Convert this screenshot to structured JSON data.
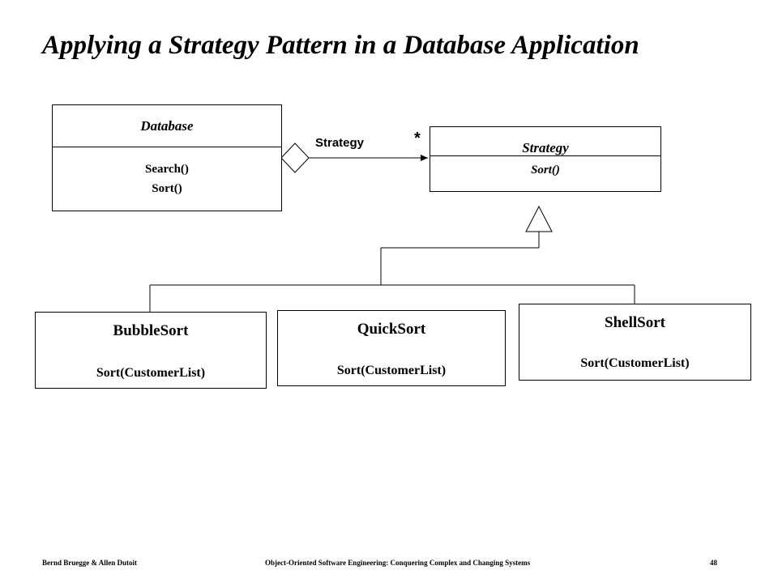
{
  "title": "Applying a Strategy Pattern in a Database Application",
  "classes": {
    "database": {
      "name": "Database",
      "operations": [
        "Search()",
        "Sort()"
      ]
    },
    "strategy": {
      "name": "Strategy",
      "operations": [
        "Sort()"
      ]
    },
    "bubble_sort": {
      "name": "BubbleSort",
      "operations": [
        "Sort(CustomerList)"
      ]
    },
    "quick_sort": {
      "name": "QuickSort",
      "operations": [
        "Sort(CustomerList)"
      ]
    },
    "shell_sort": {
      "name": "ShellSort",
      "operations": [
        "Sort(CustomerList)"
      ]
    }
  },
  "association": {
    "role": "Strategy",
    "multiplicity": "*"
  },
  "footer": {
    "authors": "Bernd Bruegge & Allen Dutoit",
    "book": "Object-Oriented Software Engineering: Conquering Complex and Changing Systems",
    "page": "48"
  }
}
